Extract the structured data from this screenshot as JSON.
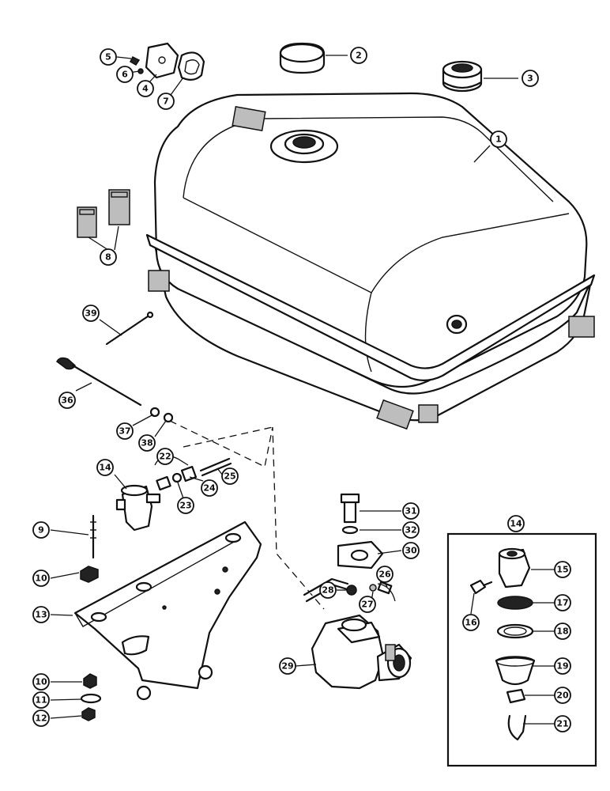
{
  "callouts": [
    "1",
    "2",
    "3",
    "4",
    "5",
    "6",
    "7",
    "8",
    "9",
    "10",
    "10",
    "11",
    "12",
    "13",
    "14",
    "14",
    "15",
    "16",
    "17",
    "18",
    "19",
    "20",
    "21",
    "22",
    "23",
    "24",
    "25",
    "26",
    "27",
    "28",
    "29",
    "30",
    "31",
    "32",
    "36",
    "37",
    "38",
    "39"
  ]
}
